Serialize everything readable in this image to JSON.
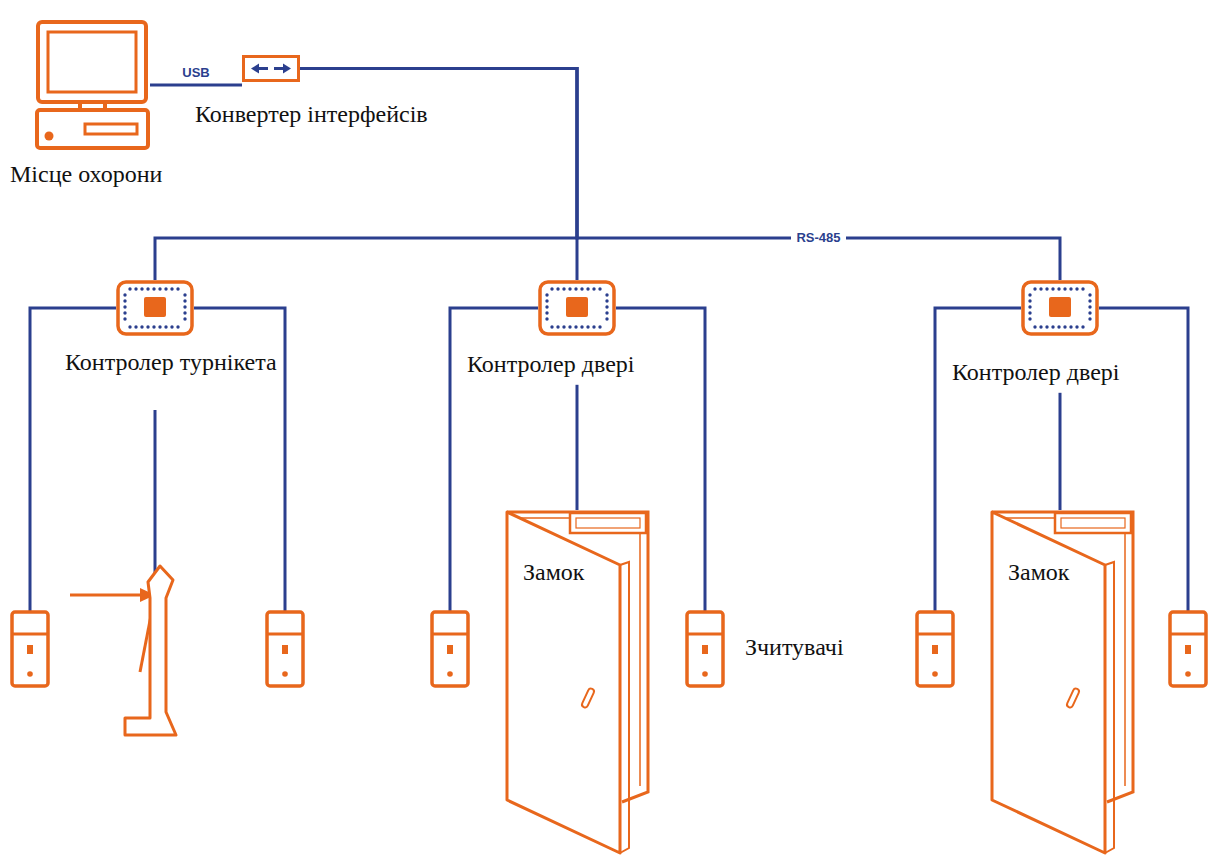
{
  "diagram": {
    "nodes": [
      {
        "text": [
          "Місце охорони"
        ]
      },
      {
        "text": [
          "Конвертер інтерфейсів"
        ]
      },
      {
        "text": [
          "Контролер турнікета"
        ]
      },
      {
        "text": [
          "Контролер двері"
        ]
      },
      {
        "text": [
          "Контролер двері"
        ]
      },
      {
        "text": [
          "Замок"
        ]
      },
      {
        "text": [
          "Замок"
        ]
      }
    ],
    "edges": [
      {
        "from": 0,
        "to": 1,
        "label": "USB",
        "arrow": "none"
      },
      {
        "from": 1,
        "to": 2,
        "arrow": "none"
      },
      {
        "from": 1,
        "to": 3,
        "arrow": "none"
      },
      {
        "from": 1,
        "to": 4,
        "label": "RS-485",
        "arrow": "none"
      },
      {
        "from": 3,
        "to": 5,
        "arrow": "none"
      },
      {
        "from": 4,
        "to": 6,
        "arrow": "none"
      }
    ],
    "labels": [
      "Зчитувачі"
    ]
  }
}
